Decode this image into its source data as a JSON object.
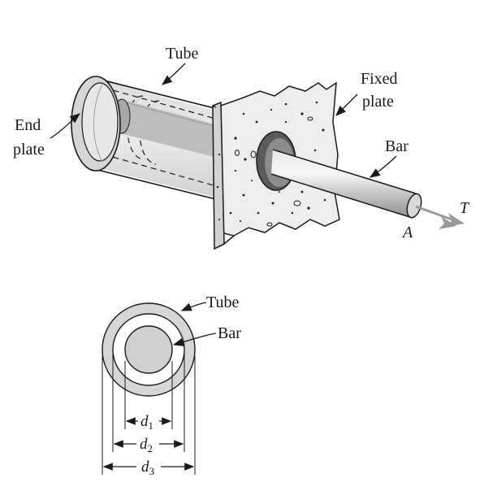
{
  "labels": {
    "tube_top": "Tube",
    "end_plate_line1": "End",
    "end_plate_line2": "plate",
    "fixed_plate_line1": "Fixed",
    "fixed_plate_line2": "plate",
    "bar_top": "Bar",
    "torque": "T",
    "point": "A",
    "tube_section": "Tube",
    "bar_section": "Bar"
  },
  "dimensions": [
    {
      "symbol": "d",
      "subscript": "1"
    },
    {
      "symbol": "d",
      "subscript": "2"
    },
    {
      "symbol": "d",
      "subscript": "3"
    }
  ],
  "colors": {
    "tube_fill": "#d9d9d9",
    "bar_fill": "#cfcfcf",
    "plate_fill": "#e6e6e6",
    "arrow": "#9a9a9a",
    "ink": "#1a1a1a"
  }
}
